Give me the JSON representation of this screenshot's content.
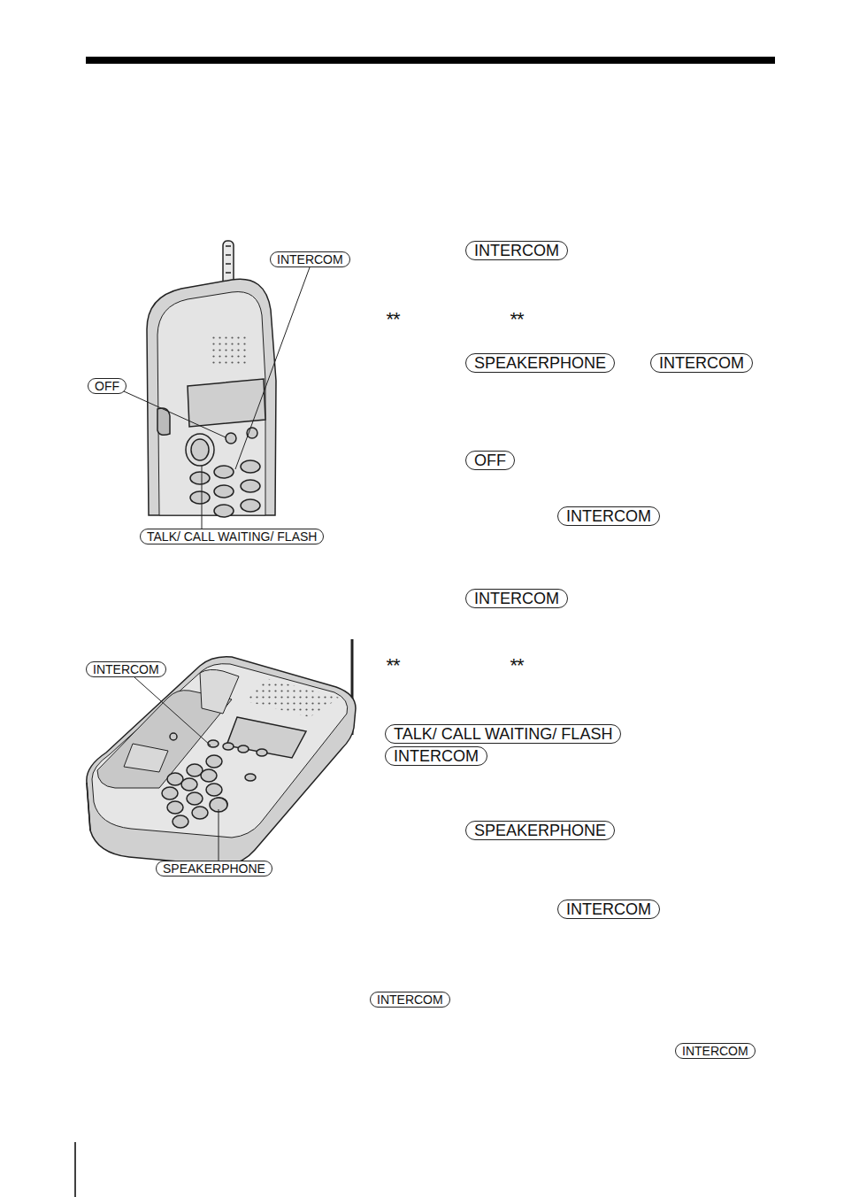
{
  "diagram": {
    "nodes": [
      {
        "text": [
          "INTERCOM"
        ]
      },
      {
        "text": [
          "OFF"
        ]
      },
      {
        "text": [
          "TALK/ CALL WAITING/ FLASH"
        ]
      },
      {
        "text": [
          "INTERCOM"
        ]
      },
      {
        "text": [
          "SPEAKERPHONE"
        ]
      },
      {
        "text": [
          "INTERCOM"
        ]
      },
      {
        "text": [
          "SPEAKERPHONE"
        ]
      },
      {
        "text": [
          "INTERCOM"
        ]
      },
      {
        "text": [
          "OFF"
        ]
      },
      {
        "text": [
          "INTERCOM"
        ]
      },
      {
        "text": [
          "INTERCOM"
        ]
      },
      {
        "text": [
          "TALK/ CALL WAITING/ FLASH"
        ]
      },
      {
        "text": [
          "INTERCOM"
        ]
      },
      {
        "text": [
          "SPEAKERPHONE"
        ]
      },
      {
        "text": [
          "INTERCOM"
        ]
      },
      {
        "text": [
          "INTERCOM"
        ]
      },
      {
        "text": [
          "INTERCOM"
        ]
      }
    ],
    "labels": [
      "**",
      "**",
      "**",
      "**"
    ]
  }
}
